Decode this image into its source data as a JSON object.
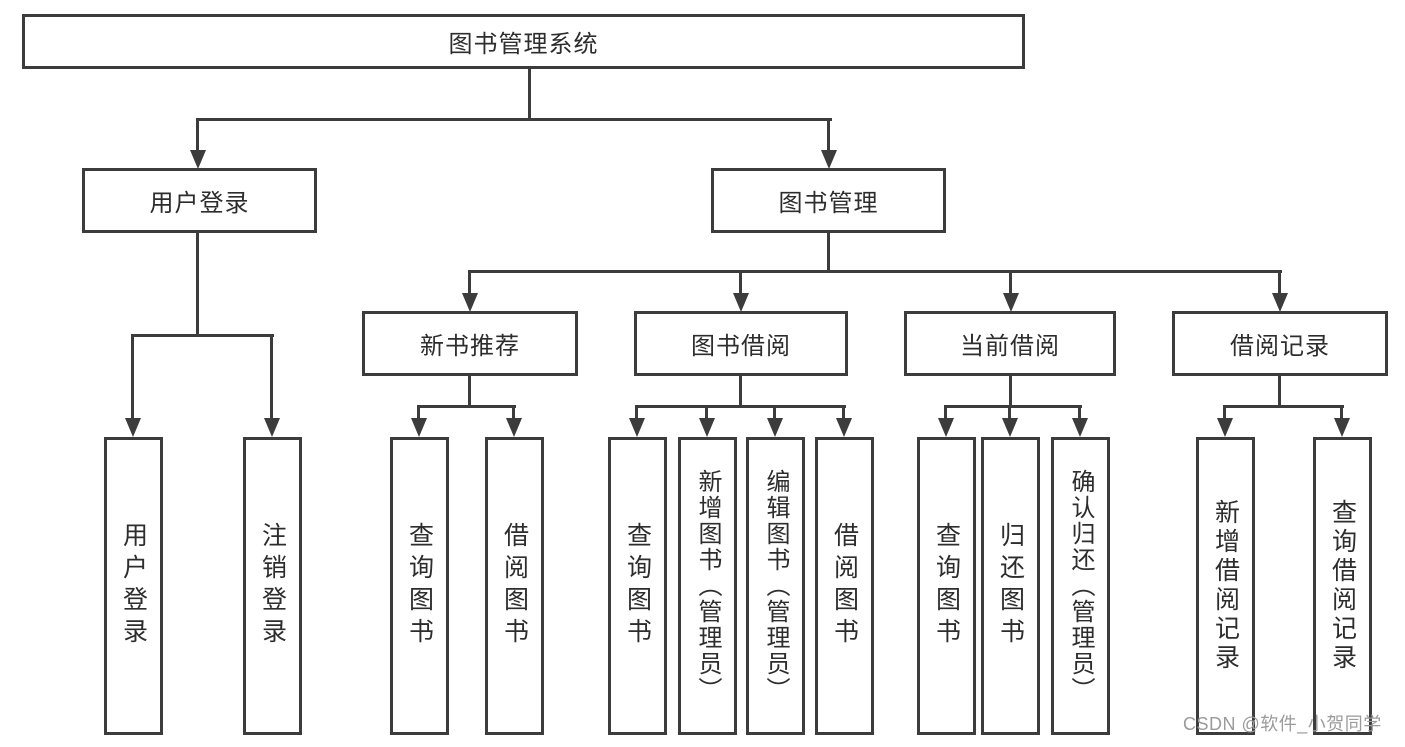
{
  "diagram": {
    "colors": {
      "line": "#3c3c3c",
      "box_border": "#3c3c3c",
      "box_fill": "#ffffff",
      "text": "#2d2d2d",
      "watermark": "#9b9b9b",
      "background": "#ffffff"
    },
    "nodes": {
      "root": {
        "label": "图书管理系统"
      },
      "user_login": {
        "label": "用户登录"
      },
      "book_management": {
        "label": "图书管理"
      },
      "new_book_recommend": {
        "label": "新书推荐"
      },
      "book_borrowing": {
        "label": "图书借阅"
      },
      "current_borrowing": {
        "label": "当前借阅"
      },
      "borrowing_records": {
        "label": "借阅记录"
      },
      "leaf_user_login": {
        "label": "用户登录"
      },
      "leaf_logout": {
        "label": "注销登录"
      },
      "leaf_nbr_query_books": {
        "label": "查询图书"
      },
      "leaf_nbr_borrow_books": {
        "label": "借阅图书"
      },
      "leaf_bb_query_books": {
        "label": "查询图书"
      },
      "leaf_bb_add_books": {
        "label": "新增图书（管理员）"
      },
      "leaf_bb_edit_books": {
        "label": "编辑图书（管理员）"
      },
      "leaf_bb_borrow_books": {
        "label": "借阅图书"
      },
      "leaf_cb_query_books": {
        "label": "查询图书"
      },
      "leaf_cb_return_books": {
        "label": "归还图书"
      },
      "leaf_cb_confirm_return": {
        "label": "确认归还（管理员）"
      },
      "leaf_br_add_record": {
        "label": "新增借阅记录"
      },
      "leaf_br_query_record": {
        "label": "查询借阅记录"
      }
    },
    "hierarchy": [
      {
        "parent": "图书管理系统",
        "children": [
          "用户登录",
          "图书管理"
        ]
      },
      {
        "parent": "用户登录",
        "children": [
          "用户登录",
          "注销登录"
        ]
      },
      {
        "parent": "图书管理",
        "children": [
          "新书推荐",
          "图书借阅",
          "当前借阅",
          "借阅记录"
        ]
      },
      {
        "parent": "新书推荐",
        "children": [
          "查询图书",
          "借阅图书"
        ]
      },
      {
        "parent": "图书借阅",
        "children": [
          "查询图书",
          "新增图书（管理员）",
          "编辑图书（管理员）",
          "借阅图书"
        ]
      },
      {
        "parent": "当前借阅",
        "children": [
          "查询图书",
          "归还图书",
          "确认归还（管理员）"
        ]
      },
      {
        "parent": "借阅记录",
        "children": [
          "新增借阅记录",
          "查询借阅记录"
        ]
      }
    ],
    "watermark": "CSDN @软件_小贺同学"
  }
}
